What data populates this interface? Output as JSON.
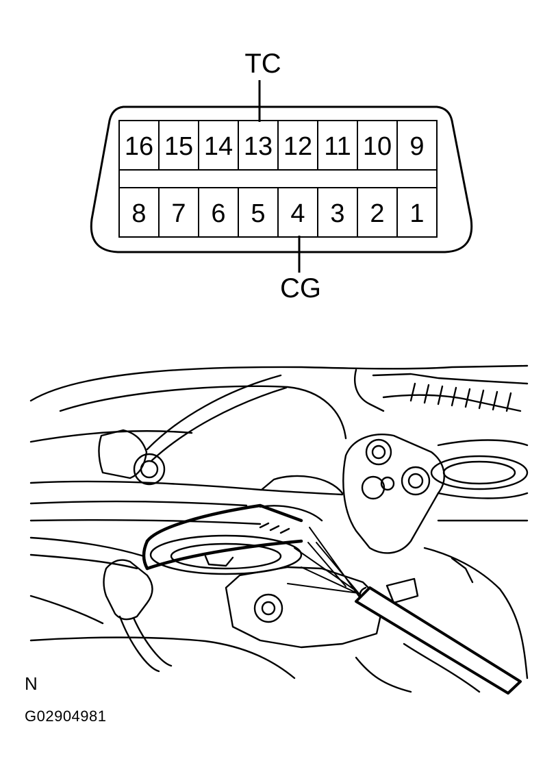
{
  "connector": {
    "top_label": "TC",
    "bottom_label": "CG",
    "top_row_pins": [
      "16",
      "15",
      "14",
      "13",
      "12",
      "11",
      "10",
      "9"
    ],
    "bottom_row_pins": [
      "8",
      "7",
      "6",
      "5",
      "4",
      "3",
      "2",
      "1"
    ],
    "top_label_pin": "13",
    "bottom_label_pin": "4"
  },
  "footer": {
    "corner_letter": "N",
    "figure_id": "G02904981"
  }
}
